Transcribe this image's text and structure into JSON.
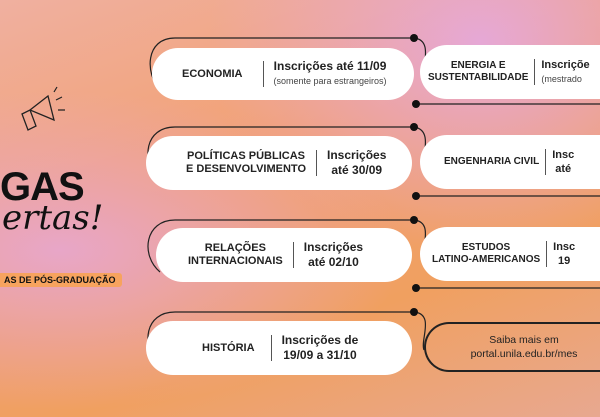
{
  "hero": {
    "title_line1": "GAS",
    "title_line2": "ertas!",
    "badge": "AS DE PÓS-GRADUAÇÃO"
  },
  "programs": [
    {
      "name_l1": "ECONOMIA",
      "name_l2": "",
      "ins_l1": "Inscrições até 11/09",
      "ins_l2": "(somente para estrangeiros)"
    },
    {
      "name_l1": "POLÍTICAS PÚBLICAS",
      "name_l2": "E DESENVOLVIMENTO",
      "ins_l1": "Inscrições",
      "ins_l2": "até 30/09"
    },
    {
      "name_l1": "RELAÇÕES",
      "name_l2": "INTERNACIONAIS",
      "ins_l1": "Inscrições",
      "ins_l2": "até 02/10"
    },
    {
      "name_l1": "HISTÓRIA",
      "name_l2": "",
      "ins_l1": "Inscrições de",
      "ins_l2": "19/09 a 31/10"
    },
    {
      "name_l1": "ENERGIA E",
      "name_l2": "SUSTENTABILIDADE",
      "ins_l1": "Inscriçõe",
      "ins_l2": "(mestrado"
    },
    {
      "name_l1": "ENGENHARIA CIVIL",
      "name_l2": "",
      "ins_l1": "Insc",
      "ins_l2": "até"
    },
    {
      "name_l1": "ESTUDOS",
      "name_l2": "LATINO-AMERICANOS",
      "ins_l1": "Insc",
      "ins_l2": "19"
    }
  ],
  "more": {
    "line1": "Saiba mais em",
    "line2": "portal.unila.edu.br/mes"
  }
}
